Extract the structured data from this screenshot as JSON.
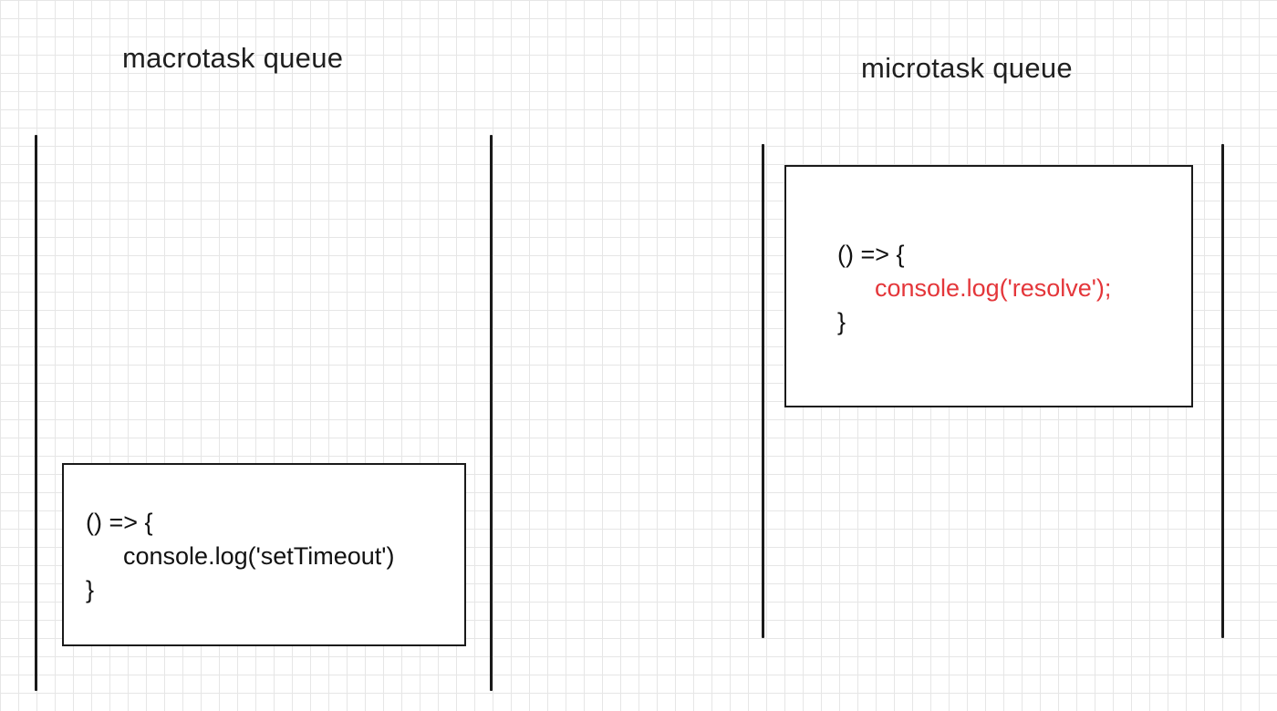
{
  "macrotask": {
    "title": "macrotask queue",
    "task": {
      "line1": "() => {",
      "line2": "console.log('setTimeout')",
      "line3": "}"
    }
  },
  "microtask": {
    "title": "microtask queue",
    "task": {
      "line1": "() => {",
      "line2": "console.log('resolve');",
      "line3": "}"
    }
  },
  "colors": {
    "highlight": "#e4363a",
    "ink": "#1a1a1a",
    "grid": "#e6e6e6"
  }
}
